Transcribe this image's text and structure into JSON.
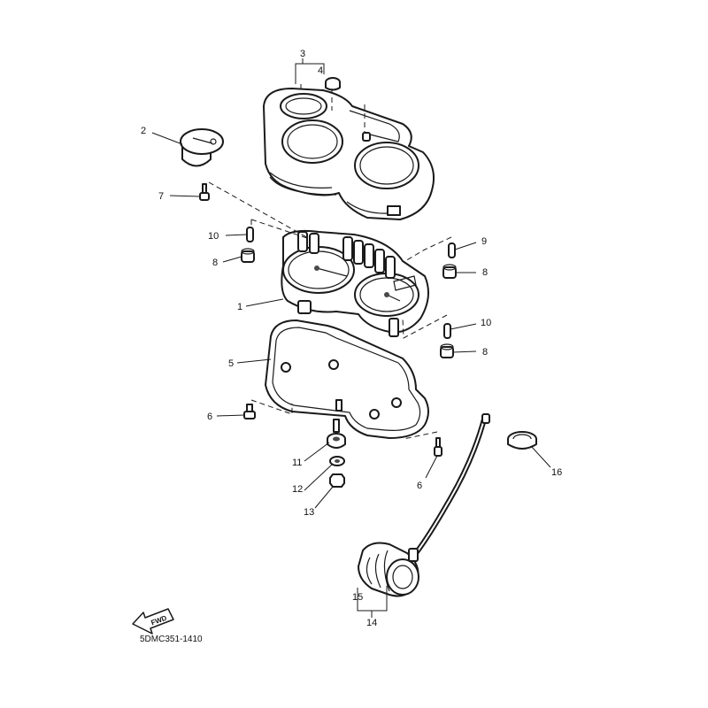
{
  "diagram": {
    "drawing_code": "5DMC351-1410",
    "direction_arrow_label": "FWD",
    "callouts": {
      "p1": "1",
      "p2": "2",
      "p3": "3",
      "p4": "4",
      "p5": "5",
      "p6a": "6",
      "p6b": "6",
      "p7": "7",
      "p8a": "8",
      "p8b": "8",
      "p8c": "8",
      "p9": "9",
      "p10a": "10",
      "p10b": "10",
      "p11": "11",
      "p12": "12",
      "p13": "13",
      "p14": "14",
      "p15": "15",
      "p16": "16"
    }
  }
}
